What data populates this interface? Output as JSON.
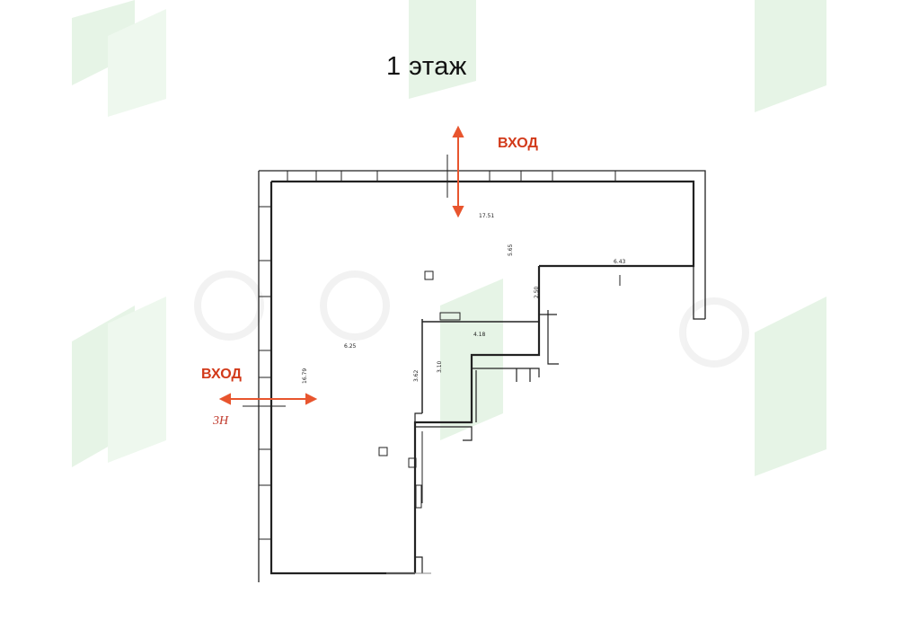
{
  "title": "1 этаж",
  "entrances": [
    {
      "id": "north",
      "label": "ВХОД"
    },
    {
      "id": "west",
      "label": "ВХОД"
    }
  ],
  "note": "3Н",
  "dimensions": [
    "17.51",
    "5.65",
    "6.43",
    "2.50",
    "6.25",
    "4.18",
    "16.79",
    "3.10",
    "3.62"
  ],
  "colors": {
    "wall": "#222222",
    "arrow": "#e8552e",
    "label": "#d23a1a",
    "watermark": "#c9e7c9"
  }
}
